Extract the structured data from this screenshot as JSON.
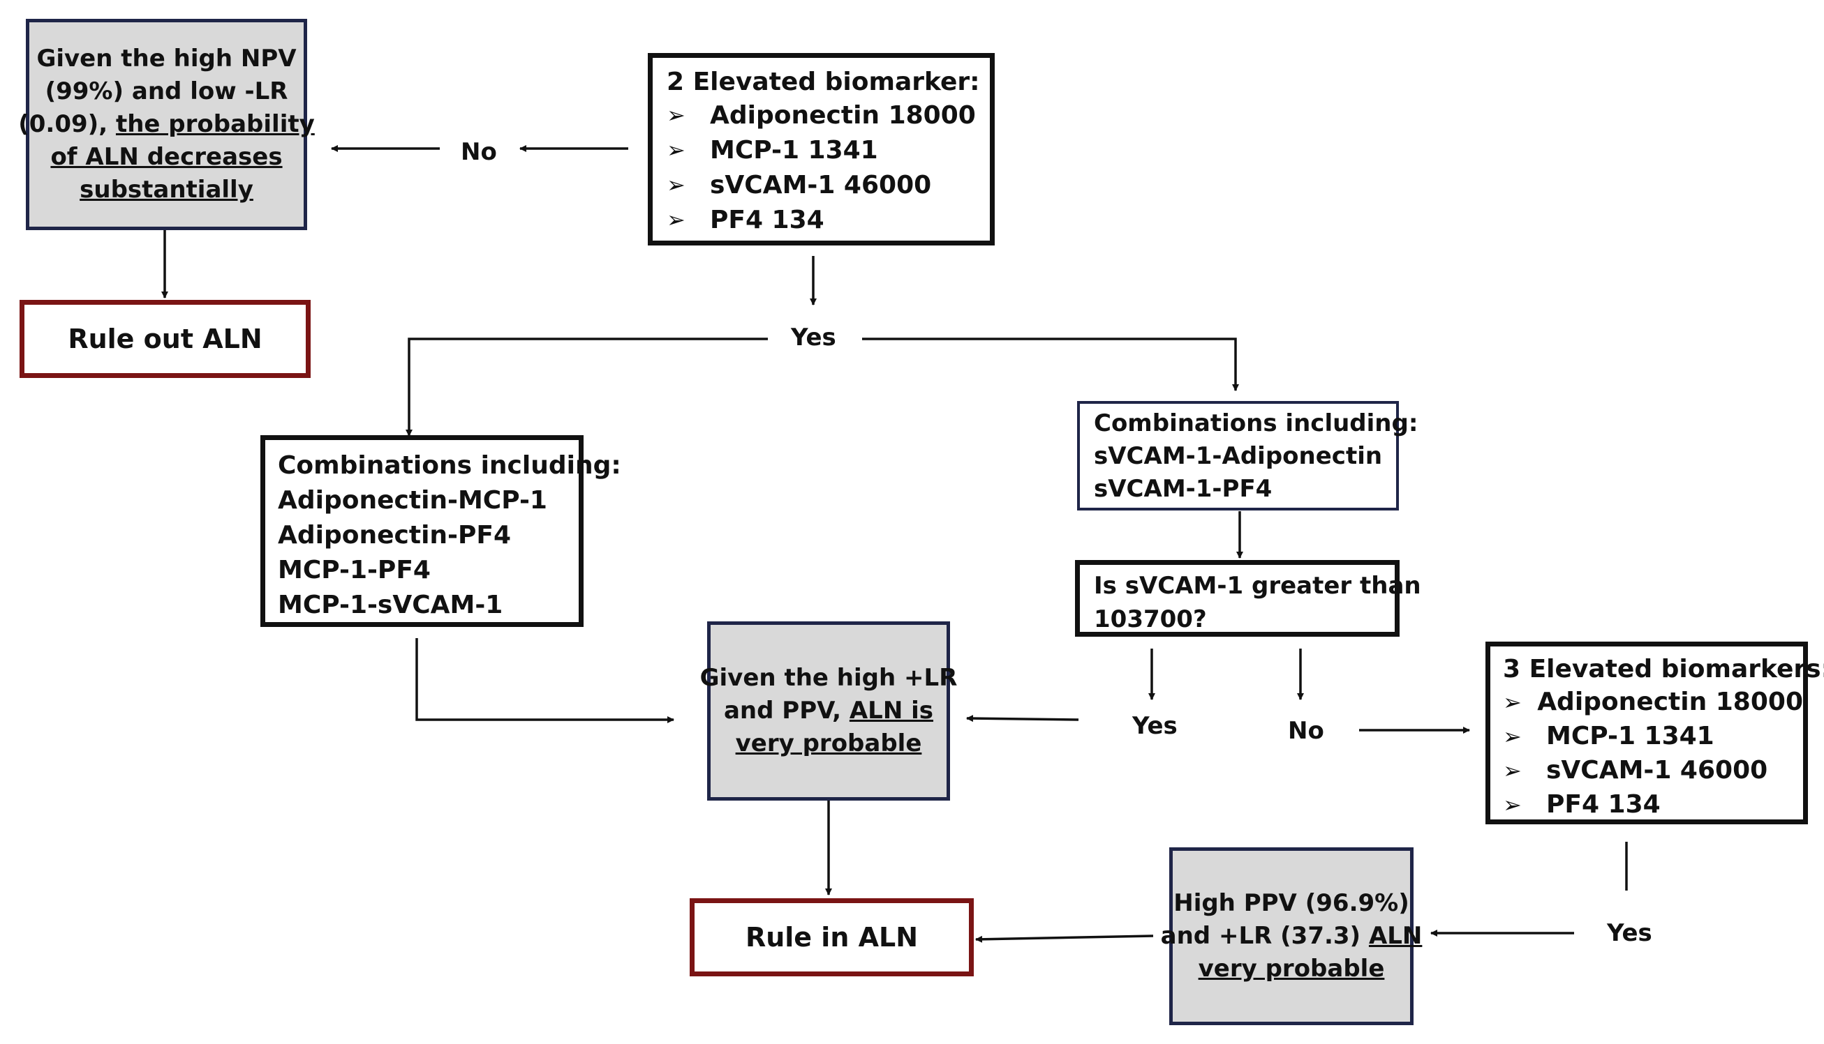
{
  "colors": {
    "navy_border": "#1f2548",
    "rule_border": "#7a1414",
    "gray_fill": "#d9d9d9"
  },
  "npv_box": {
    "line1": "Given the high NPV",
    "line2": "(99%)  and low  -LR",
    "line3_plain": "(0.09), ",
    "line3_underlined": "the probability",
    "line4": "of ALN decreases",
    "line5": "substantially"
  },
  "rule_out": "Rule out ALN",
  "two_markers": {
    "title": "2 Elevated biomarker:",
    "items": [
      "Adiponectin 18000",
      "MCP-1 1341",
      "sVCAM-1 46000",
      "PF4 134"
    ]
  },
  "labels": {
    "no_top": "No",
    "yes_top": "Yes",
    "yes_mid": "Yes",
    "no_mid": "No",
    "yes_bottom": "Yes"
  },
  "combo_left": {
    "title": "Combinations including:",
    "items": [
      "Adiponectin-MCP-1",
      "Adiponectin-PF4",
      "MCP-1-PF4",
      "MCP-1-sVCAM-1"
    ]
  },
  "combo_right": {
    "title": "Combinations including:",
    "items": [
      "sVCAM-1-Adiponectin",
      "sVCAM-1-PF4"
    ]
  },
  "question": {
    "line1": "Is sVCAM-1 greater than",
    "line2": "103700?"
  },
  "plr_box": {
    "line1": "Given the high +LR",
    "line2_plain": "and PPV,  ",
    "line2_underlined": "ALN is",
    "line3": "very probable"
  },
  "three_markers": {
    "title": "3 Elevated biomarkers:",
    "items": [
      "Adiponectin 18000",
      "MCP-1 1341",
      "sVCAM-1 46000",
      "PF4 134"
    ]
  },
  "ppv_box": {
    "line1": "High PPV (96.9%)",
    "line2_plain": "and +LR (37.3) ",
    "line2_underlined": "ALN",
    "line3": "very probable"
  },
  "rule_in": "Rule in ALN"
}
